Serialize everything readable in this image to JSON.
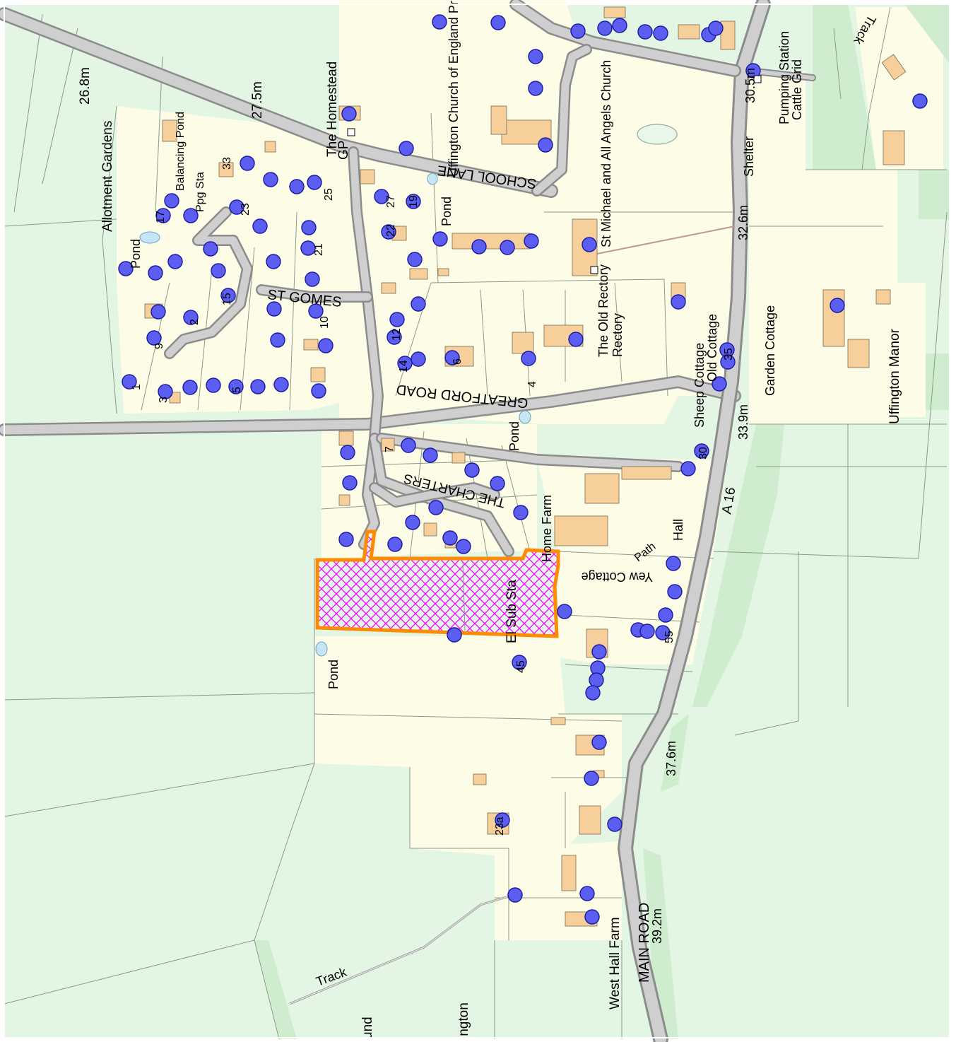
{
  "map": {
    "colors": {
      "field_green": "#e3f5e3",
      "built_cream": "#fdfce6",
      "road_casing": "#8c8c8c",
      "road_fill": "#cfcfcf",
      "building": "#f7cf9a",
      "address_point": "#5b5ef0",
      "site_outline": "#ff8c00",
      "site_hatch": "#ff00ff",
      "water": "#c6e6f6"
    },
    "feature_icons": [
      "address-point-dot",
      "building-footprint",
      "pond-symbol",
      "site-boundary-hatch"
    ],
    "labels": {
      "allotment_gardens": "Allotment Gardens",
      "spot_26_8": "26.8m",
      "spot_27_5": "27.5m",
      "the_homestead": "The Homestead",
      "gp": "GP",
      "uffington_cofe_school": "Uffington Church of England Primary School",
      "school_lane": "SCHOOL LANE",
      "st_michael_church": "St Michael and All Angels Church",
      "spot_30_5": "30.5m",
      "shelter": "Shelter",
      "pumping_sta": "Pumping Station",
      "cattle_grid": "Cattle Grid",
      "track_ne": "Track",
      "pond_1": "Pond",
      "pond_2": "Pond",
      "pond_3": "Pond",
      "pond_4": "Pond",
      "balancing_pond": "Balancing Pond",
      "ppg_sta": "Ppg Sta",
      "st_gomes": "ST GOMES",
      "spot_32_6": "32.6m",
      "the_old_rectory": "The Old Rectory",
      "the_rectory": "Rectory",
      "sheep_cottage": "Sheep Cottage",
      "old_cottage": "Old Cottage",
      "garden_cottage": "Garden Cottage",
      "uffington_manor": "Uffington Manor",
      "great_ford_road": "GREATFORD ROAD",
      "spot_33_9": "33.9m",
      "a16": "A 16",
      "the_charters": "THE CHARTERS",
      "home_farm": "Home Farm",
      "el_sub_sta": "El Sub Sta",
      "path": "Path",
      "hall": "Hall",
      "yew_cottage": "Yew Cottage",
      "spot_37_6": "37.6m",
      "west_hall_farm": "West Hall Farm",
      "main_road": "MAIN ROAD",
      "spot_39_2": "39.2m",
      "track_sw": "Track",
      "bottom_und": "und",
      "bottom_ington": "ington"
    },
    "house_numbers": {
      "n33": "33",
      "n25": "25",
      "n27": "27",
      "n19": "19",
      "n23": "23",
      "n21": "21",
      "n17": "17",
      "n15": "15",
      "n14": "14",
      "n10": "10",
      "n6": "6",
      "n4": "4",
      "n9": "9",
      "n5": "5",
      "n2": "2",
      "n1": "1",
      "n3": "3",
      "n7": "7",
      "n12": "12",
      "n22": "22",
      "n30": "30",
      "n23a": "23a",
      "n45": "45",
      "n55": "55",
      "n35": "35"
    }
  }
}
